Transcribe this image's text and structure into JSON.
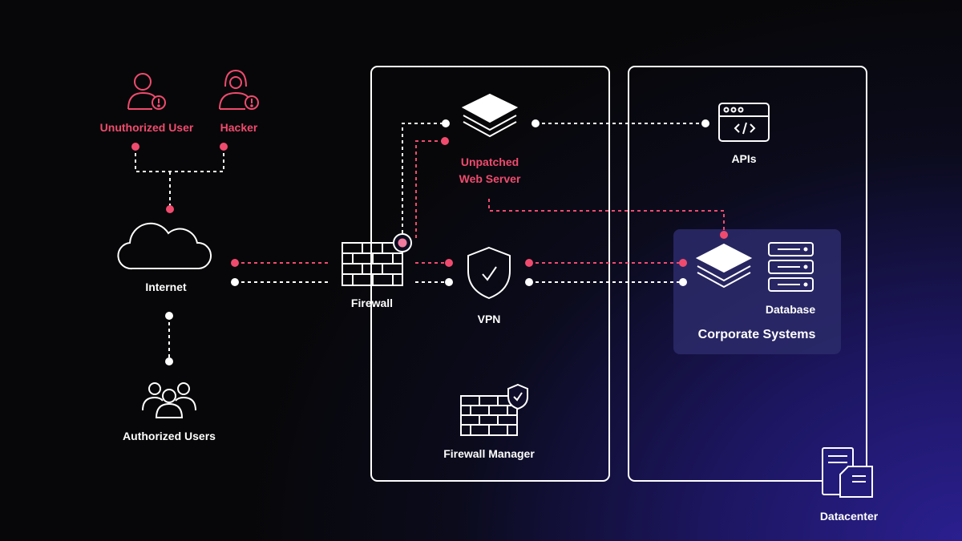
{
  "colors": {
    "threat": "#f04b6e",
    "line": "#ffffff",
    "panel": "#2b2a6a"
  },
  "threats": {
    "unauthorized_user": "Unuthorized User",
    "hacker": "Hacker"
  },
  "nodes": {
    "internet": "Internet",
    "authorized_users": "Authorized Users",
    "firewall": "Firewall",
    "vpn": "VPN",
    "firewall_manager": "Firewall Manager",
    "web_server": "Unpatched\nWeb Server",
    "apis": "APIs",
    "database": "Database",
    "corporate_systems": "Corporate Systems",
    "datacenter": "Datacenter"
  },
  "icons": [
    "user-alert-icon",
    "hacker-alert-icon",
    "cloud-icon",
    "users-group-icon",
    "brick-wall-icon",
    "shield-check-icon",
    "server-layers-icon",
    "browser-code-icon",
    "database-stack-icon",
    "document-stack-icon"
  ]
}
